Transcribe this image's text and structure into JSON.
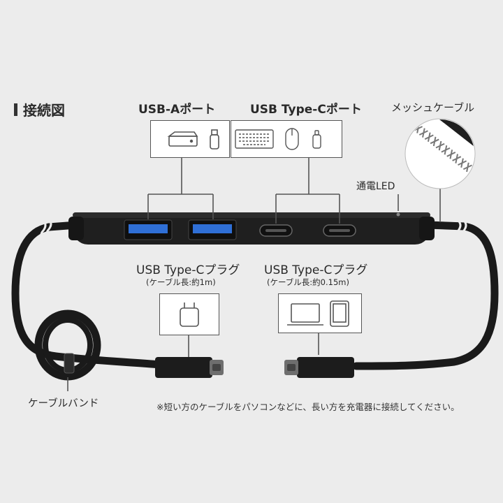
{
  "heading": "接続図",
  "labels": {
    "usb_a_port": "USB-Aポート",
    "usb_c_port": "USB Type-Cポート",
    "mesh_cable": "メッシュケーブル",
    "power_led": "通電LED",
    "plug_long": "USB Type-Cプラグ",
    "plug_long_note": "(ケーブル長:約1m)",
    "plug_short": "USB Type-Cプラグ",
    "plug_short_note": "(ケーブル長:約0.15m)",
    "cable_band": "ケーブルバンド"
  },
  "note": "※短い方のケーブルをパソコンなどに、長い方を充電器に接続してください。",
  "icons": {
    "usb_a_devices": [
      "hdd-icon",
      "usb-stick-icon"
    ],
    "usb_c_devices": [
      "keyboard-icon",
      "mouse-icon",
      "usb-c-stick-icon"
    ],
    "charger": "charger-icon",
    "computer": [
      "laptop-icon",
      "tablet-icon"
    ]
  },
  "colors": {
    "background": "#ececec",
    "hub": "#1f1f1f",
    "port_blue": "#2f6fd6",
    "cable": "#1a1a1a"
  }
}
